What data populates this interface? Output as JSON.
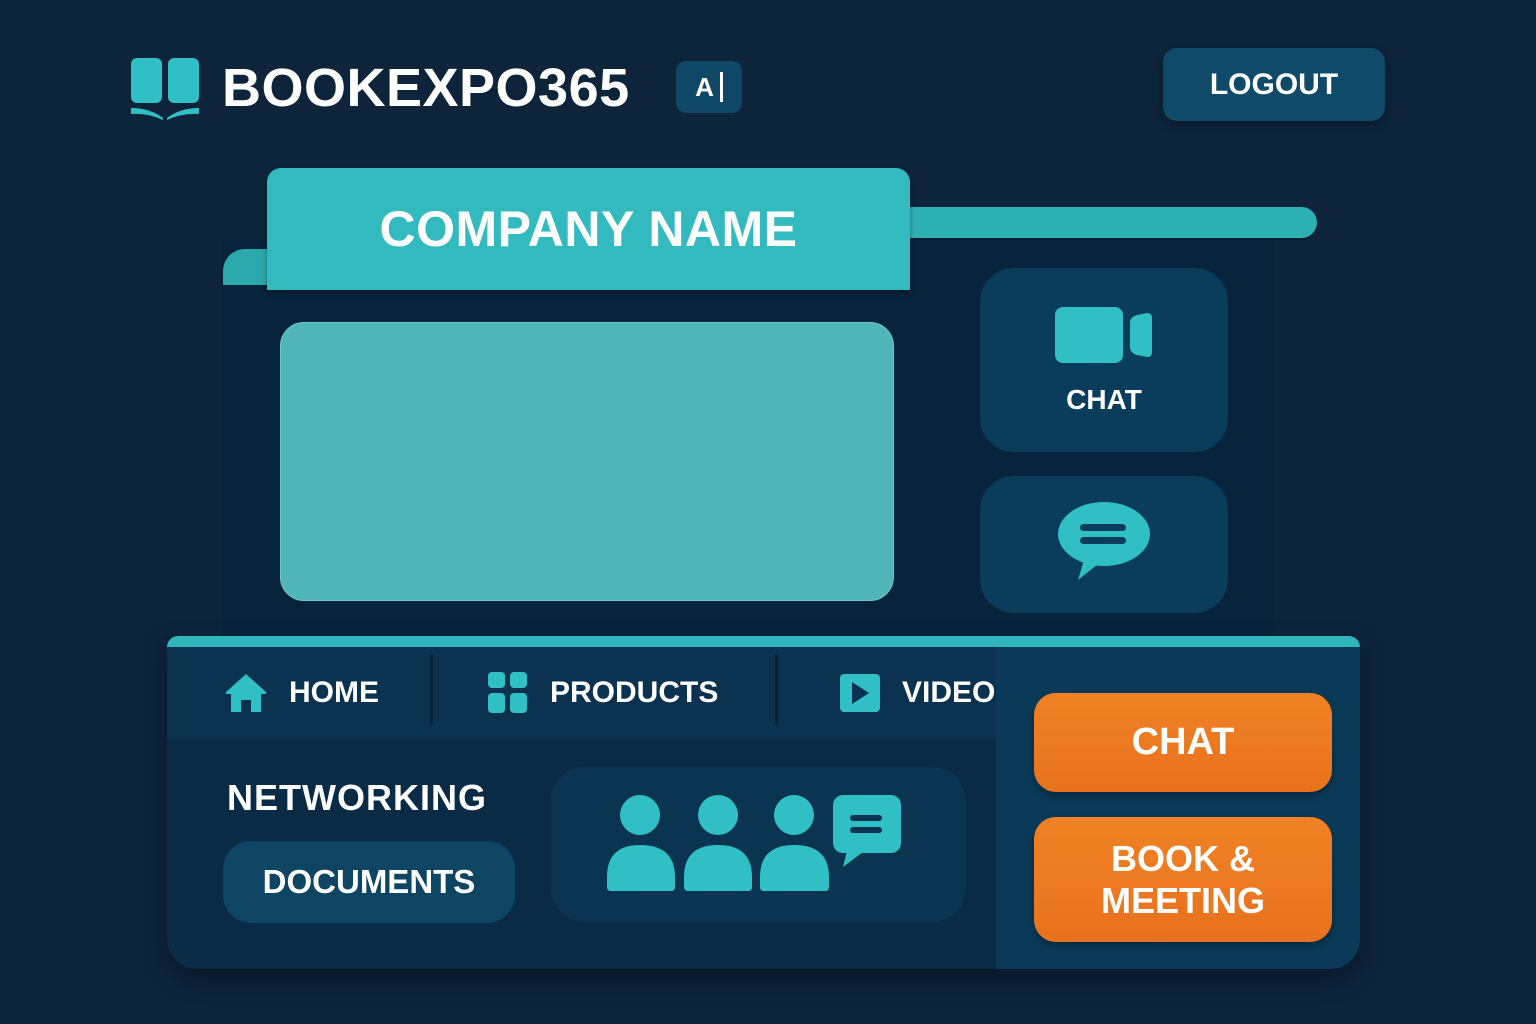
{
  "header": {
    "brand_icon": "open-book-icon",
    "title": "BOOKEXPO365",
    "ai_badge": "A",
    "logout_label": "LOGOUT"
  },
  "booth": {
    "company_name": "COMPANY NAME",
    "screen": {
      "content": ""
    },
    "side_tiles": [
      {
        "icon": "video-camera-icon",
        "label": "CHAT"
      },
      {
        "icon": "chat-bubble-icon",
        "label": ""
      }
    ]
  },
  "counter": {
    "nav": [
      {
        "icon": "home-icon",
        "label": "HOME"
      },
      {
        "icon": "grid-icon",
        "label": "PRODUCTS"
      },
      {
        "icon": "play-icon",
        "label": "VIDEO"
      }
    ],
    "networking_label": "NETWORKING",
    "documents_label": "DOCUMENTS",
    "networking_card": {
      "icon": "group-chat-icon"
    },
    "actions": {
      "chat_label": "CHAT",
      "book_meeting_label": "BOOK & MEETING"
    }
  },
  "colors": {
    "background": "#0d243b",
    "teal": "#33babe",
    "screen": "#4fb5b9",
    "tile": "#0a3d5b",
    "orange": "#ee7a22"
  }
}
